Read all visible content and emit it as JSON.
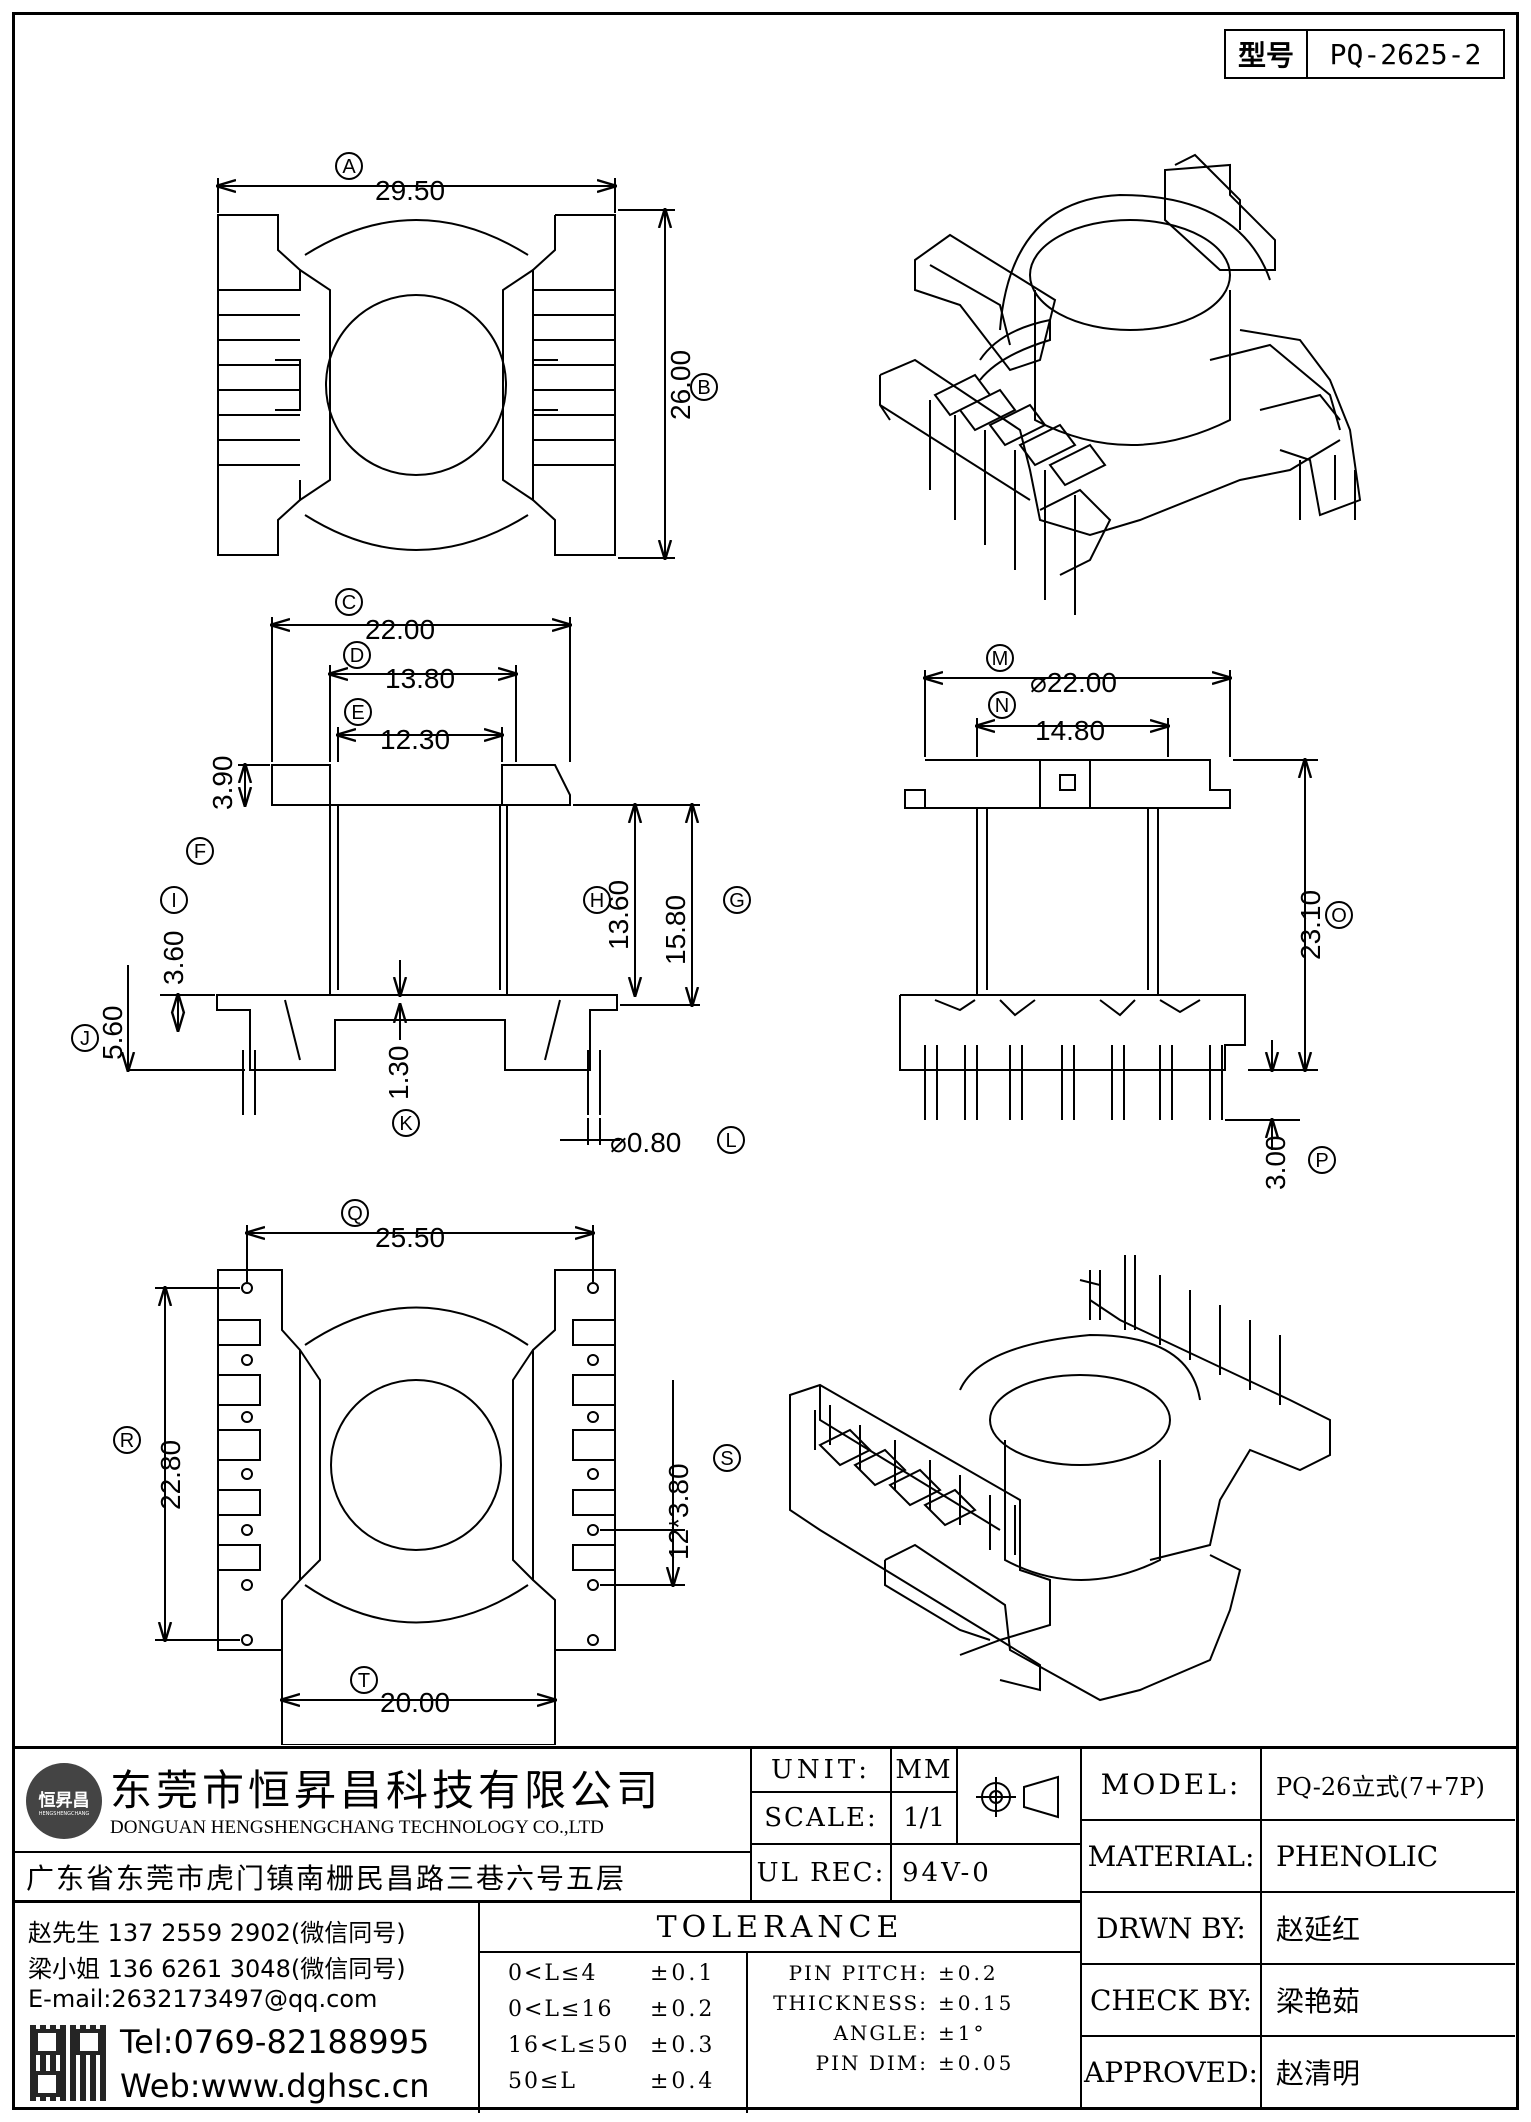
{
  "header": {
    "model_label": "型号",
    "model_value": "PQ-2625-2"
  },
  "dimensions": [
    {
      "id": "A",
      "value": "29.50"
    },
    {
      "id": "B",
      "value": "26.00"
    },
    {
      "id": "C",
      "value": "22.00"
    },
    {
      "id": "D",
      "value": "13.80"
    },
    {
      "id": "E",
      "value": "12.30"
    },
    {
      "id": "F",
      "value": "3.90"
    },
    {
      "id": "G",
      "value": "15.80"
    },
    {
      "id": "H",
      "value": "13.60"
    },
    {
      "id": "I",
      "value": "3.60"
    },
    {
      "id": "J",
      "value": "5.60"
    },
    {
      "id": "K",
      "value": "1.30"
    },
    {
      "id": "L",
      "value": "⌀0.80"
    },
    {
      "id": "M",
      "value": "⌀22.00"
    },
    {
      "id": "N",
      "value": "14.80"
    },
    {
      "id": "O",
      "value": "23.10"
    },
    {
      "id": "P",
      "value": "3.00"
    },
    {
      "id": "Q",
      "value": "25.50"
    },
    {
      "id": "R",
      "value": "22.80"
    },
    {
      "id": "S",
      "value": "12*3.80"
    },
    {
      "id": "T",
      "value": "20.00"
    }
  ],
  "company": {
    "logo_text": "恒昇昌",
    "logo_subtext": "HENGSHENGCHANG",
    "name_cn": "东莞市恒昇昌科技有限公司",
    "name_en": "DONGUAN HENGSHENGCHANG TECHNOLOGY CO.,LTD",
    "address": "广东省东莞市虎门镇南栅民昌路三巷六号五层",
    "contact1": "赵先生 137 2559 2902(微信同号)",
    "contact2": "梁小姐 136 6261 3048(微信同号)",
    "email": "E-mail:2632173497@qq.com",
    "tel": "Tel:0769-82188995",
    "web": "Web:www.dghsc.cn"
  },
  "spec": {
    "unit_label": "UNIT:",
    "unit_value": "MM",
    "scale_label": "SCALE:",
    "scale_value": "1/1",
    "ulrec_label": "UL REC:",
    "ulrec_value": "94V-0"
  },
  "tolerance": {
    "title": "TOLERANCE",
    "rows": [
      {
        "range": "0<L≤4",
        "tol": "±0.1"
      },
      {
        "range": "0<L≤16",
        "tol": "±0.2"
      },
      {
        "range": "16<L≤50",
        "tol": "±0.3"
      },
      {
        "range": "50≤L",
        "tol": "±0.4"
      }
    ],
    "extras": [
      {
        "label": "PIN PITCH:",
        "tol": "±0.2"
      },
      {
        "label": "THICKNESS:",
        "tol": "±0.15"
      },
      {
        "label": "ANGLE:",
        "tol": "±1°"
      },
      {
        "label": "PIN DIM:",
        "tol": "±0.05"
      }
    ]
  },
  "info": {
    "model_label": "MODEL:",
    "model_value": "PQ-26立式(7+7P)",
    "material_label": "MATERIAL:",
    "material_value": "PHENOLIC",
    "drawn_label": "DRWN BY:",
    "drawn_value": "赵延红",
    "check_label": "CHECK BY:",
    "check_value": "梁艳茹",
    "approved_label": "APPROVED:",
    "approved_value": "赵清明"
  }
}
